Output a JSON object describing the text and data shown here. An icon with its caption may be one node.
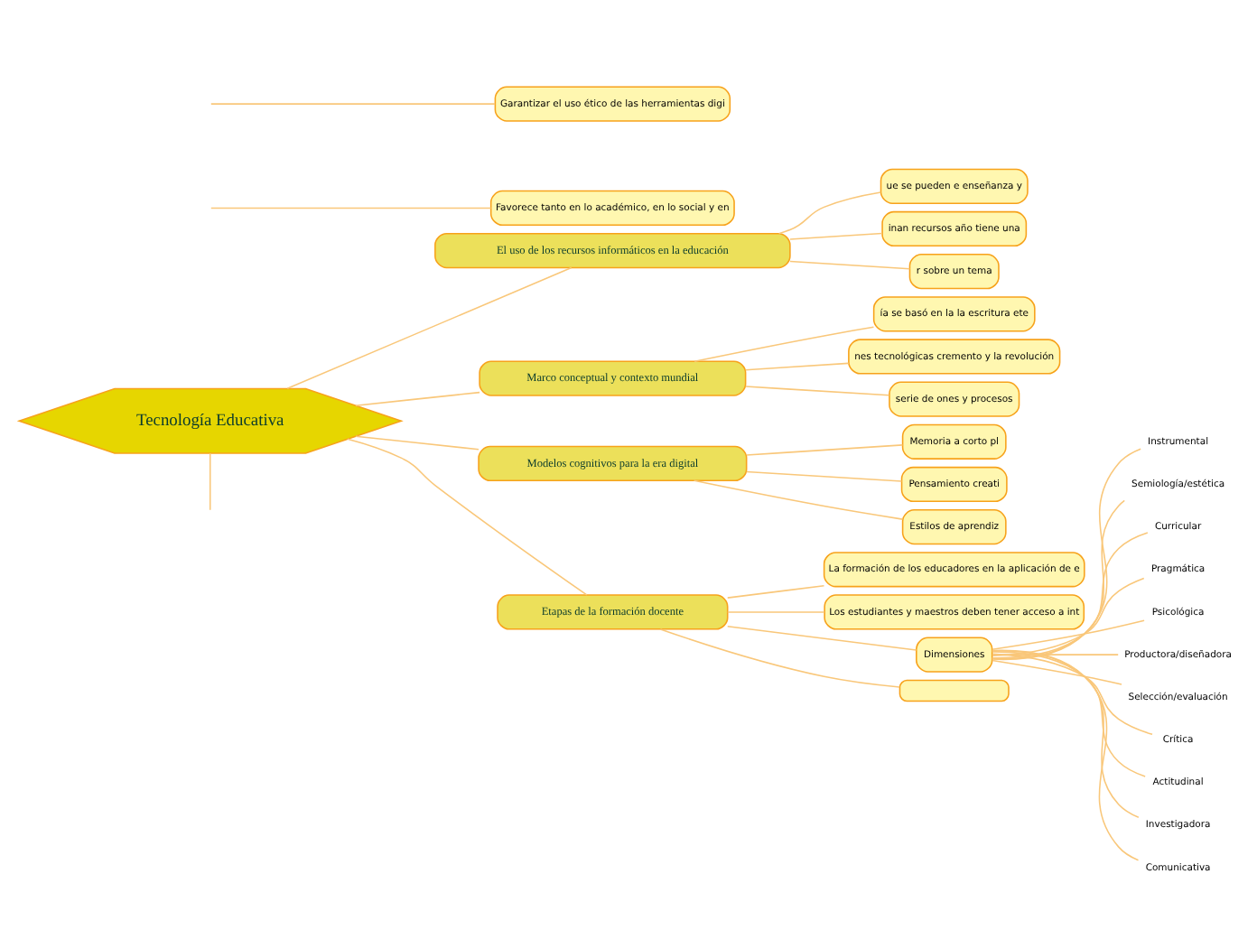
{
  "diagram": {
    "nodes": [
      {
        "text": [
          "Tecnología Educativa"
        ]
      },
      {
        "text": [
          "El uso de los recursos informáticos en la educación"
        ]
      },
      {
        "text": [
          "ue se pueden e enseñanza y"
        ]
      },
      {
        "text": [
          "inan recursos año tiene una"
        ]
      },
      {
        "text": [
          "r sobre un tema"
        ]
      },
      {
        "text": [
          "Marco conceptual y contexto mundial"
        ]
      },
      {
        "text": [
          "ía se basó en la la escritura ete"
        ]
      },
      {
        "text": [
          "nes tecnológicas cremento y la revolución"
        ]
      },
      {
        "text": [
          "serie de ones y procesos"
        ]
      },
      {
        "text": [
          "Favorece tanto en lo académico, en lo social y en"
        ]
      },
      {
        "text": [
          "Garantizar el uso ético de las herramientas digi"
        ]
      },
      {
        "text": [
          "Modelos cognitivos para la era digital"
        ]
      },
      {
        "text": [
          "Memoria a corto pl"
        ]
      },
      {
        "text": [
          "Pensamiento creati"
        ]
      },
      {
        "text": [
          "Estilos de aprendiz"
        ]
      },
      {
        "text": [
          "Etapas de la formación docente"
        ]
      },
      {
        "text": [
          "La formación de los educadores en la aplicación de e"
        ]
      },
      {
        "text": [
          "Los estudiantes y maestros deben tener acceso a int"
        ]
      },
      {
        "text": [
          "Dimensiones"
        ]
      },
      {
        "text": [
          "Instrumental"
        ]
      },
      {
        "text": [
          "Semiología/estética"
        ]
      },
      {
        "text": [
          "Curricular"
        ]
      },
      {
        "text": [
          "Pragmática"
        ]
      },
      {
        "text": [
          "Psicológica"
        ]
      },
      {
        "text": [
          "Productora/diseñadora"
        ]
      },
      {
        "text": [
          "Selección/evaluación"
        ]
      },
      {
        "text": [
          "Crítica"
        ]
      },
      {
        "text": [
          "Actitudinal"
        ]
      },
      {
        "text": [
          "Investigadora"
        ]
      },
      {
        "text": [
          "Comunicativa"
        ]
      },
      {
        "text": [],
        "shape": "box"
      }
    ],
    "edges": [
      {
        "from": 0,
        "to": 1,
        "arrow": "none"
      },
      {
        "from": 1,
        "to": 2,
        "arrow": "none"
      },
      {
        "from": 1,
        "to": 3,
        "arrow": "none"
      },
      {
        "from": 1,
        "to": 4,
        "arrow": "none"
      },
      {
        "from": 0,
        "to": 5,
        "arrow": "none"
      },
      {
        "from": 5,
        "to": 6,
        "arrow": "none"
      },
      {
        "from": 5,
        "to": 7,
        "arrow": "none"
      },
      {
        "from": 5,
        "to": 8,
        "arrow": "none"
      },
      {
        "from": 0,
        "to": null,
        "arrow": "none"
      },
      {
        "from": null,
        "to": 9,
        "arrow": "none"
      },
      {
        "from": null,
        "to": 10,
        "arrow": "none"
      },
      {
        "from": 0,
        "to": 11,
        "arrow": "none"
      },
      {
        "from": 11,
        "to": 12,
        "arrow": "none"
      },
      {
        "from": 11,
        "to": 13,
        "arrow": "none"
      },
      {
        "from": 11,
        "to": 14,
        "arrow": "none"
      },
      {
        "from": 0,
        "to": 15,
        "arrow": "none"
      },
      {
        "from": 15,
        "to": 16,
        "arrow": "none"
      },
      {
        "from": 15,
        "to": 17,
        "arrow": "none"
      },
      {
        "from": 15,
        "to": 18,
        "arrow": "none"
      },
      {
        "from": 18,
        "to": 19,
        "arrow": "none"
      },
      {
        "from": 18,
        "to": 20,
        "arrow": "none"
      },
      {
        "from": 18,
        "to": 21,
        "arrow": "none"
      },
      {
        "from": 18,
        "to": 22,
        "arrow": "none"
      },
      {
        "from": 18,
        "to": 23,
        "arrow": "none"
      },
      {
        "from": 18,
        "to": 24,
        "arrow": "none"
      },
      {
        "from": 18,
        "to": 25,
        "arrow": "none"
      },
      {
        "from": 18,
        "to": 26,
        "arrow": "none"
      },
      {
        "from": 18,
        "to": 27,
        "arrow": "none"
      },
      {
        "from": 18,
        "to": 28,
        "arrow": "none"
      },
      {
        "from": 18,
        "to": 29,
        "arrow": "none"
      },
      {
        "from": 15,
        "to": 30,
        "arrow": "none"
      }
    ]
  }
}
